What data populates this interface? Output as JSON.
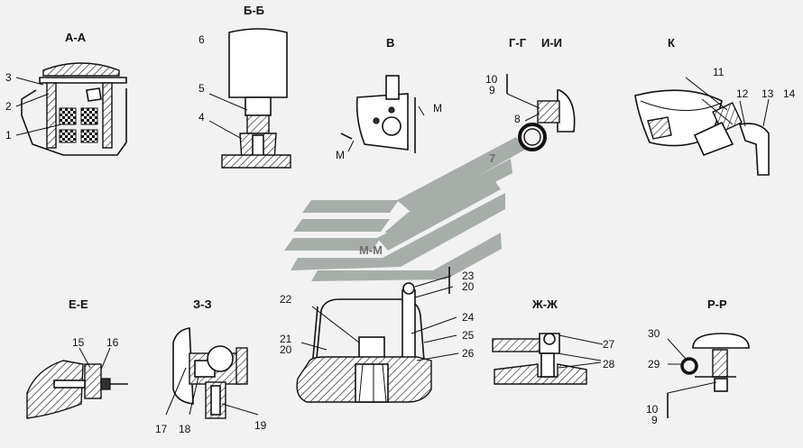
{
  "sections": {
    "aa": "А-А",
    "bb": "Б-Б",
    "v": "В",
    "gg": "Г-Г",
    "ii": "И-И",
    "k": "К",
    "mm": "М-М",
    "ee": "Е-Е",
    "zz": "З-З",
    "zhzh": "Ж-Ж",
    "rr": "Р-Р"
  },
  "view_marks": {
    "m_left": "М",
    "m_right": "М"
  },
  "callouts": {
    "c1": "1",
    "c2": "2",
    "c3": "3",
    "c4": "4",
    "c5": "5",
    "c6": "6",
    "c7": "7",
    "c8": "8",
    "c9a": "9",
    "c10a": "10",
    "c11": "11",
    "c12": "12",
    "c13": "13",
    "c14": "14",
    "c15": "15",
    "c16": "16",
    "c17": "17",
    "c18": "18",
    "c19": "19",
    "c20a": "20",
    "c20b": "20",
    "c21": "21",
    "c22": "22",
    "c23": "23",
    "c24": "24",
    "c25": "25",
    "c26": "26",
    "c27": "27",
    "c28": "28",
    "c29": "29",
    "c30": "30",
    "c9b": "9",
    "c10b": "10"
  },
  "colors": {
    "line": "#111111",
    "background": "#f2f2f2",
    "watermark": "#9aa39d"
  }
}
